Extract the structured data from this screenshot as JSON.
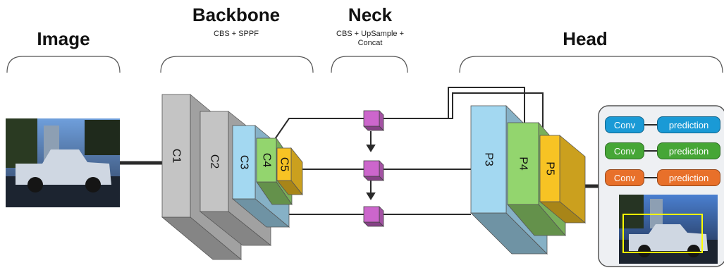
{
  "sections": {
    "image": {
      "title": "Image"
    },
    "backbone": {
      "title": "Backbone",
      "subtitle": "CBS + SPPF"
    },
    "neck": {
      "title": "Neck",
      "subtitle_line1": "CBS + UpSample +",
      "subtitle_line2": "Concat"
    },
    "head": {
      "title": "Head"
    }
  },
  "backbone_layers": [
    {
      "label": "C1",
      "color": "#c4c4c4"
    },
    {
      "label": "C2",
      "color": "#c4c4c4"
    },
    {
      "label": "C3",
      "color": "#a3d8f1"
    },
    {
      "label": "C4",
      "color": "#93d56e"
    },
    {
      "label": "C5",
      "color": "#f7c324"
    }
  ],
  "head_layers": [
    {
      "label": "P3",
      "color": "#a3d8f1"
    },
    {
      "label": "P4",
      "color": "#93d56e"
    },
    {
      "label": "P5",
      "color": "#f7c324"
    }
  ],
  "neck_node_color": "#cc66cc",
  "prediction_rows": [
    {
      "conv": "Conv",
      "prediction": "prediction",
      "color": "#1a9ad6"
    },
    {
      "conv": "Conv",
      "prediction": "prediction",
      "color": "#46a636"
    },
    {
      "conv": "Conv",
      "prediction": "prediction",
      "color": "#e8702a"
    }
  ]
}
